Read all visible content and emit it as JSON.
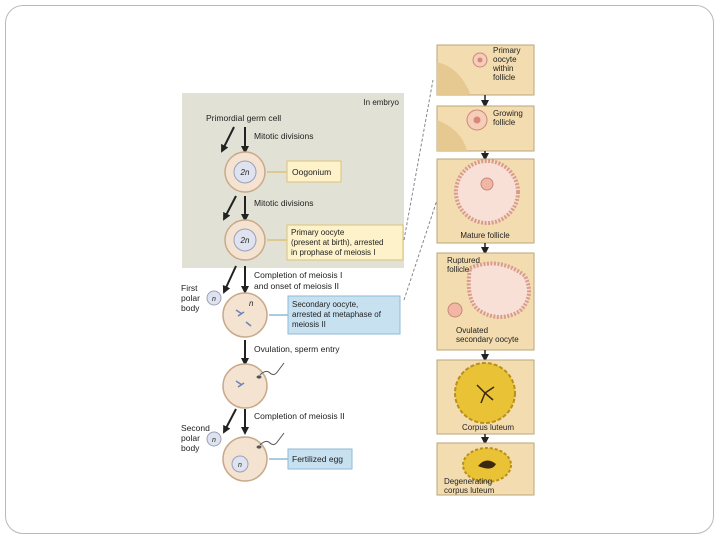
{
  "embryo_panel": {
    "header": "In embryo"
  },
  "stages": {
    "primordial": "Primordial germ cell",
    "mitotic_1": "Mitotic divisions",
    "mitotic_2": "Mitotic divisions",
    "meiosis_1": [
      "Completion of meiosis I",
      "and onset of meiosis II"
    ],
    "ovulation": "Ovulation, sperm entry",
    "meiosis_2": "Completion of meiosis II"
  },
  "cells": {
    "oogonium": {
      "ploidy": "2n",
      "label": "Oogonium"
    },
    "primary_oocyte": {
      "ploidy": "2n",
      "label": [
        "Primary oocyte",
        "(present at birth), arrested",
        "in prophase of meiosis I"
      ]
    },
    "secondary_oocyte": {
      "ploidy": "n",
      "label": [
        "Secondary oocyte,",
        "arrested at metaphase of",
        "meiosis II"
      ]
    },
    "fertilized_egg": {
      "ploidy": "n",
      "label": "Fertilized egg"
    }
  },
  "polar_bodies": {
    "first": {
      "label": [
        "First",
        "polar",
        "body"
      ],
      "ploidy": "n"
    },
    "second": {
      "label": [
        "Second",
        "polar",
        "body"
      ],
      "ploidy": "n"
    }
  },
  "follicle_stages": {
    "primary": [
      "Primary",
      "oocyte",
      "within",
      "follicle"
    ],
    "growing": [
      "Growing",
      "follicle"
    ],
    "mature": "Mature follicle",
    "ruptured": [
      "Ruptured",
      "follicle"
    ],
    "ovulated": [
      "Ovulated",
      "secondary oocyte"
    ],
    "corpus_luteum": "Corpus luteum",
    "degenerating": [
      "Degenerating",
      "corpus luteum"
    ]
  },
  "colors": {
    "embryo_bg": "#e2e1d5",
    "cell_fill": "#f4e3d0",
    "cell_stroke": "#c9a98a",
    "label_box_yellow": "#fdf2c9",
    "label_box_blue": "#c7e1f1",
    "nucleus_fill": "#dfe2ef",
    "follicle_bg": "#f3ddb0",
    "corpus_yellow": "#e9c235"
  }
}
